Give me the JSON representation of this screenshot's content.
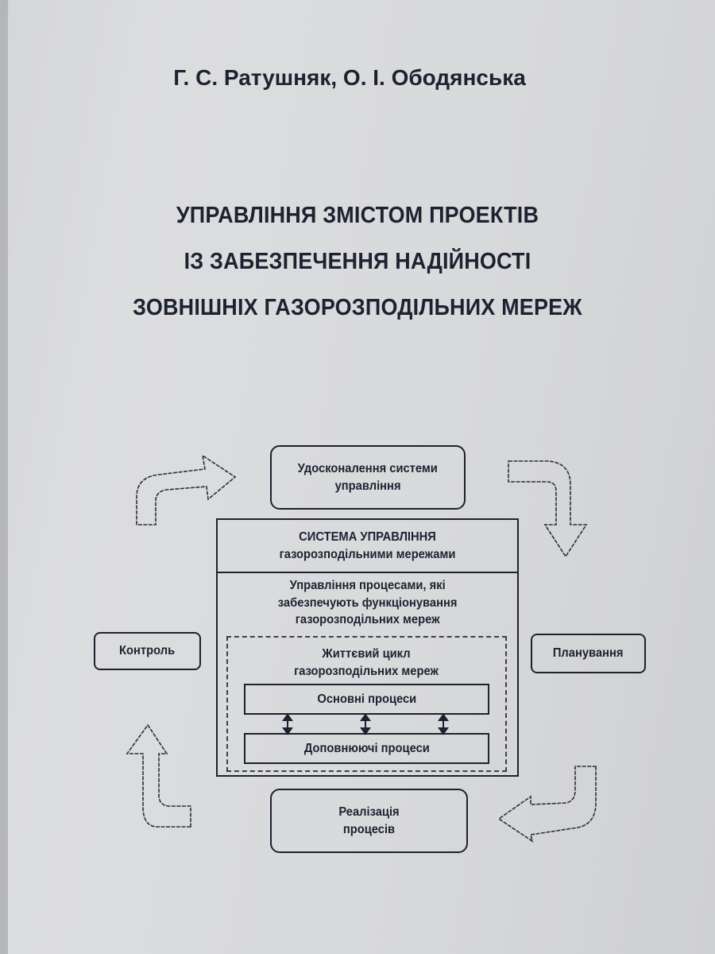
{
  "authors": "Г. С. Ратушняк, О. І. Ободянська",
  "title_lines": [
    "УПРАВЛІННЯ ЗМІСТОМ ПРОЕКТІВ",
    "ІЗ ЗАБЕЗПЕЧЕННЯ НАДІЙНОСТІ",
    "ЗОВНІШНІХ ГАЗОРОЗПОДІЛЬНИХ МЕРЕЖ"
  ],
  "diagram": {
    "improve": [
      "Удосконалення системи",
      "управління"
    ],
    "system_header": [
      "СИСТЕМА УПРАВЛІННЯ",
      "газорозподільними мережами"
    ],
    "process_mgmt": [
      "Управління процесами, які",
      "забезпечують функціонування",
      "газорозподільних мереж"
    ],
    "lifecycle": [
      "Життєвий цикл",
      "газорозподільних мереж"
    ],
    "main_processes": "Основні процеси",
    "supporting_processes": "Доповнюючі процеси",
    "control": "Контроль",
    "planning": "Планування",
    "implementation": [
      "Реалізація",
      "процесів"
    ]
  }
}
